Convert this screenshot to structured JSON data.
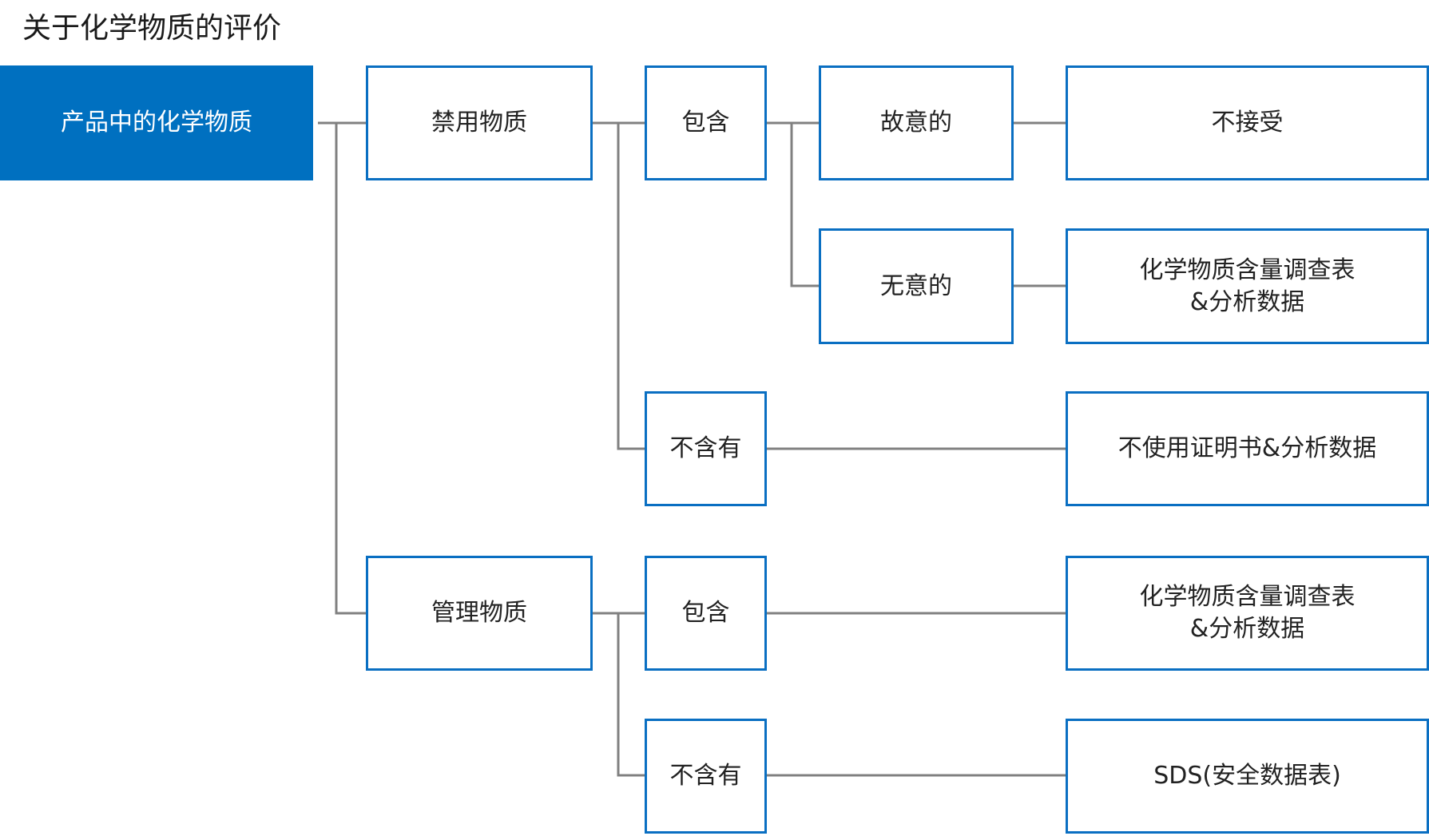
{
  "title": "关于化学物质的评价",
  "colors": {
    "accent": "#0070C0",
    "box_border": "#0A6FC2",
    "connector": "#808080"
  },
  "nodes": {
    "root": "产品中的化学物质",
    "prohibited": "禁用物质",
    "managed": "管理物质",
    "prohibited_contains": "包含",
    "prohibited_not_contains": "不含有",
    "managed_contains": "包含",
    "managed_not_contains": "不含有",
    "intentional": "故意的",
    "unintentional": "无意的"
  },
  "results": {
    "intentional": [
      "不接受"
    ],
    "unintentional": [
      "化学物质含量调查表",
      "&分析数据"
    ],
    "prohibited_not_contains": [
      "不使用证明书&分析数据"
    ],
    "managed_contains": [
      "化学物质含量调查表",
      "&分析数据"
    ],
    "managed_not_contains": [
      "SDS(安全数据表)"
    ]
  }
}
